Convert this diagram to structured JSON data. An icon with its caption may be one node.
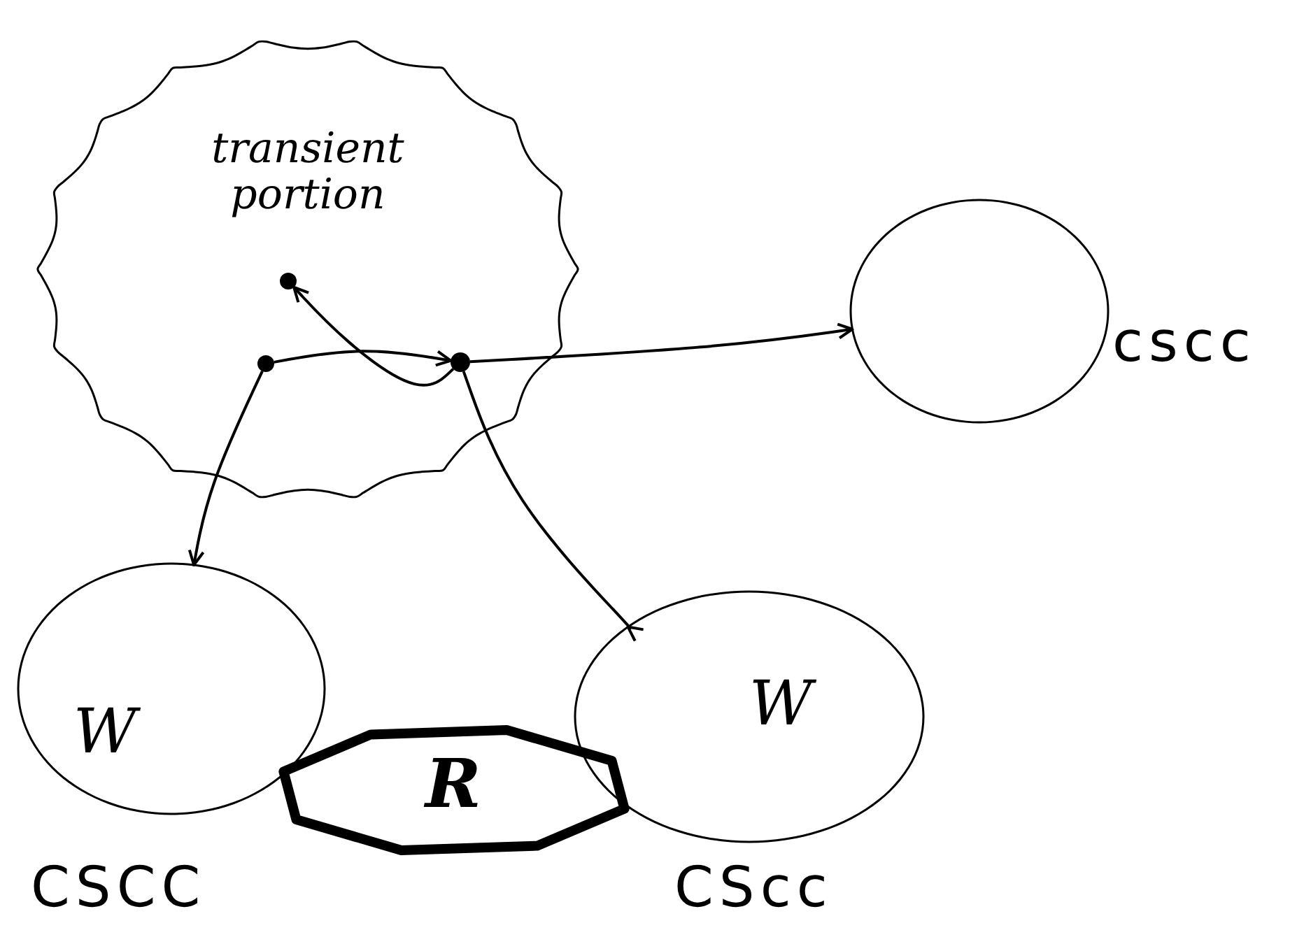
{
  "diagram": {
    "nodes": [
      {
        "text": [
          "transient portion"
        ]
      },
      {
        "text": [],
        "shape": "circle",
        "in": 0
      },
      {
        "text": [],
        "shape": "circle",
        "in": 0
      },
      {
        "text": [],
        "shape": "circle",
        "in": 0
      },
      {
        "text": [],
        "shape": "circle",
        "beside": [
          "cscc"
        ]
      },
      {
        "text": [
          "W"
        ],
        "beside": [
          "CSCC"
        ]
      },
      {
        "text": [
          "W"
        ],
        "beside": [
          "CScc"
        ]
      },
      {
        "text": [
          "R"
        ]
      }
    ],
    "edges": [
      {
        "from": 3,
        "to": 1,
        "arrow": "to"
      },
      {
        "from": 2,
        "to": 3,
        "arrow": "to"
      },
      {
        "from": 3,
        "to": 4,
        "arrow": "to"
      },
      {
        "from": 2,
        "to": 5,
        "arrow": "to"
      },
      {
        "from": 3,
        "to": 6,
        "arrow": "to"
      }
    ]
  }
}
